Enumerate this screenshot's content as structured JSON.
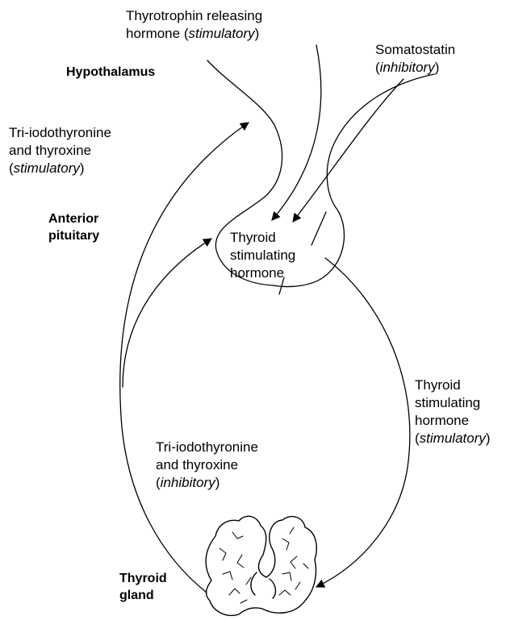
{
  "regions": {
    "hypothalamus": "Hypothalamus",
    "anterior_pituitary": [
      "Anterior",
      "pituitary"
    ],
    "thyroid_gland": [
      "Thyroid",
      "gland"
    ]
  },
  "labels": {
    "trh": {
      "line1": "Thyrotrophin releasing",
      "line2_pre": "hormone (",
      "line2_italic": "stimulatory",
      "line2_post": ")"
    },
    "somatostatin": {
      "line1": "Somatostatin",
      "line2_pre": "(",
      "line2_italic": "inhibitory",
      "line2_post": ")"
    },
    "t3t4_top": {
      "line1": "Tri-iodothyronine",
      "line2": "and thyroxine",
      "line3_pre": "(",
      "line3_italic": "stimulatory",
      "line3_post": ")"
    },
    "tsh_inside": [
      "Thyroid",
      "stimulating",
      "hormone"
    ],
    "tsh_right": {
      "line1": "Thyroid",
      "line2": "stimulating",
      "line3": "hormone",
      "line4_pre": "(",
      "line4_italic": "stimulatory",
      "line4_post": ")"
    },
    "t3t4_bottom": {
      "line1": "Tri-iodothyronine",
      "line2": "and thyroxine",
      "line3_pre": "(",
      "line3_italic": "inhibitory",
      "line3_post": ")"
    }
  },
  "colors": {
    "ink": "#000000",
    "background": "#ffffff"
  }
}
